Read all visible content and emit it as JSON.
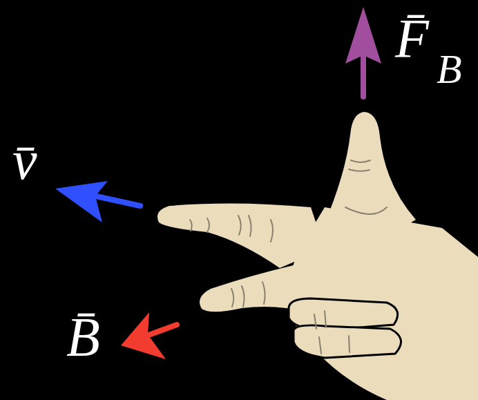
{
  "diagram": {
    "labels": [
      "v̄",
      "B̄",
      "F̄",
      "B"
    ]
  }
}
